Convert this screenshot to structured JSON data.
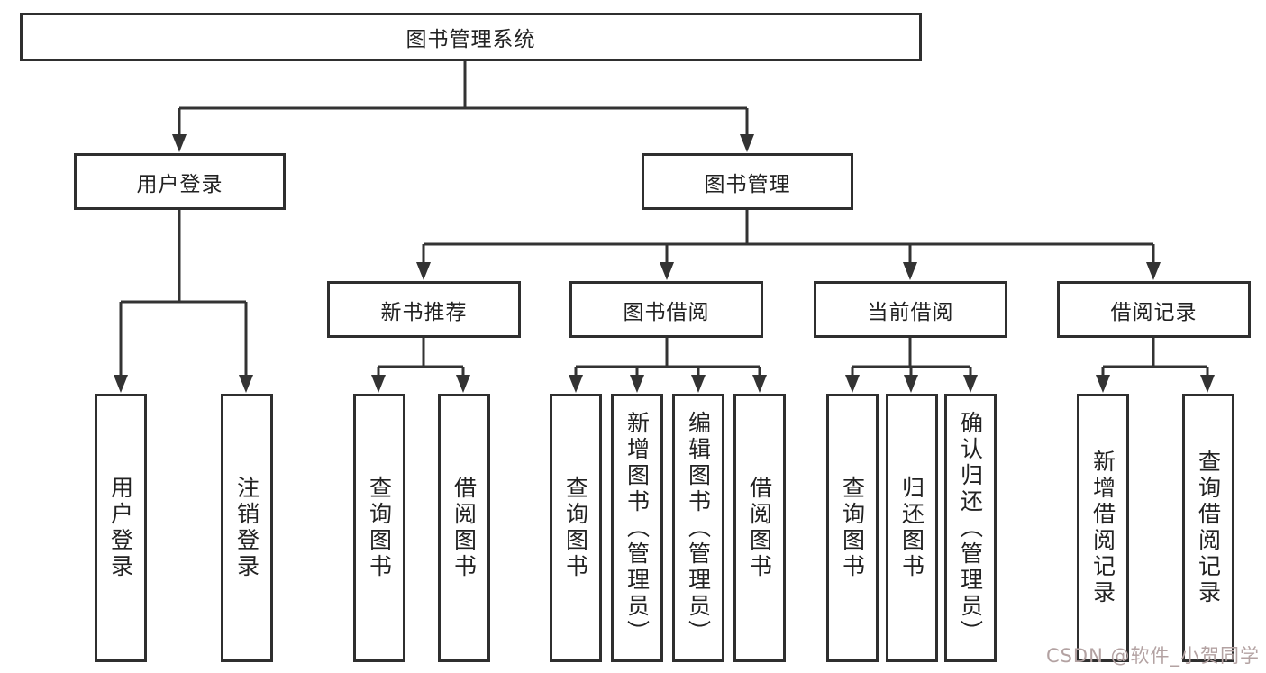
{
  "diagram": {
    "root": {
      "label": "图书管理系统"
    },
    "level1": [
      {
        "label": "用户登录"
      },
      {
        "label": "图书管理"
      }
    ],
    "level2": [
      {
        "label": "新书推荐"
      },
      {
        "label": "图书借阅"
      },
      {
        "label": "当前借阅"
      },
      {
        "label": "借阅记录"
      }
    ],
    "leaves": {
      "user_login": [
        "用户登录",
        "注销登录"
      ],
      "new_book_recommend": [
        "查询图书",
        "借阅图书"
      ],
      "book_borrow": [
        "查询图书",
        "新增图书（管理员）",
        "编辑图书（管理员）",
        "借阅图书"
      ],
      "current_borrow": [
        "查询图书",
        "归还图书",
        "确认归还（管理员）"
      ],
      "borrow_records": [
        "新增借阅记录",
        "查询借阅记录"
      ]
    }
  },
  "watermark": {
    "text": "CSDN @软件_小贺同学",
    "color": "#b3a2a2"
  },
  "colors": {
    "line": "#333333",
    "box_border": "#2f2f2f",
    "text": "#222222",
    "background": "#ffffff"
  }
}
